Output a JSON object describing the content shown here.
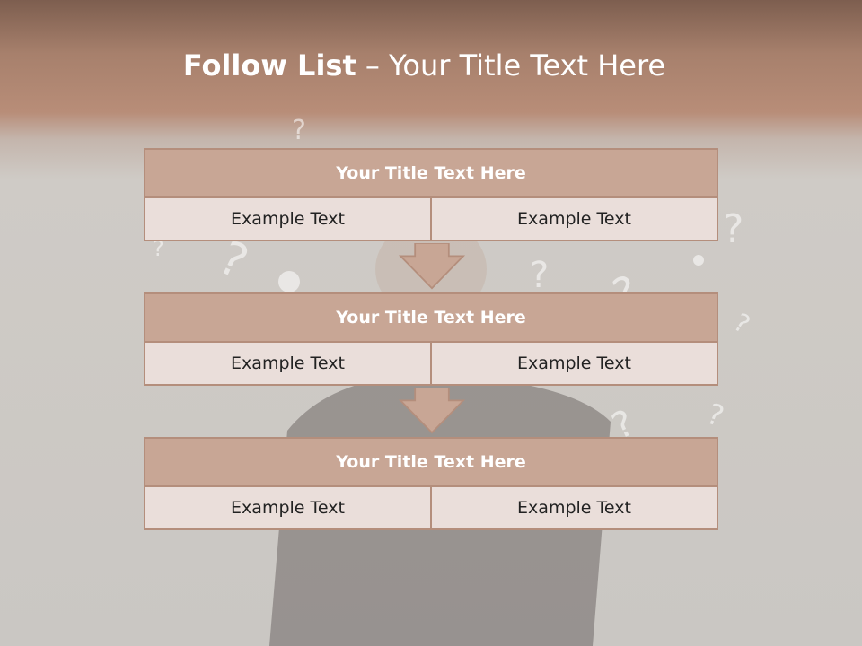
{
  "slide": {
    "title_bold": "Follow List",
    "title_rest": " – Your Title Text Here"
  },
  "blocks": [
    {
      "title": "Your Title Text Here",
      "left": "Example Text",
      "right": "Example Text"
    },
    {
      "title": "Your Title Text Here",
      "left": "Example Text",
      "right": "Example Text"
    },
    {
      "title": "Your Title Text Here",
      "left": "Example Text",
      "right": "Example Text"
    }
  ],
  "colors": {
    "header_band": "#a7806c",
    "block_header": "#c8a695",
    "block_cell": "#eadeda",
    "border": "#b48e7c",
    "background": "#cac7c3"
  },
  "background_image": "man-with-question-marks"
}
